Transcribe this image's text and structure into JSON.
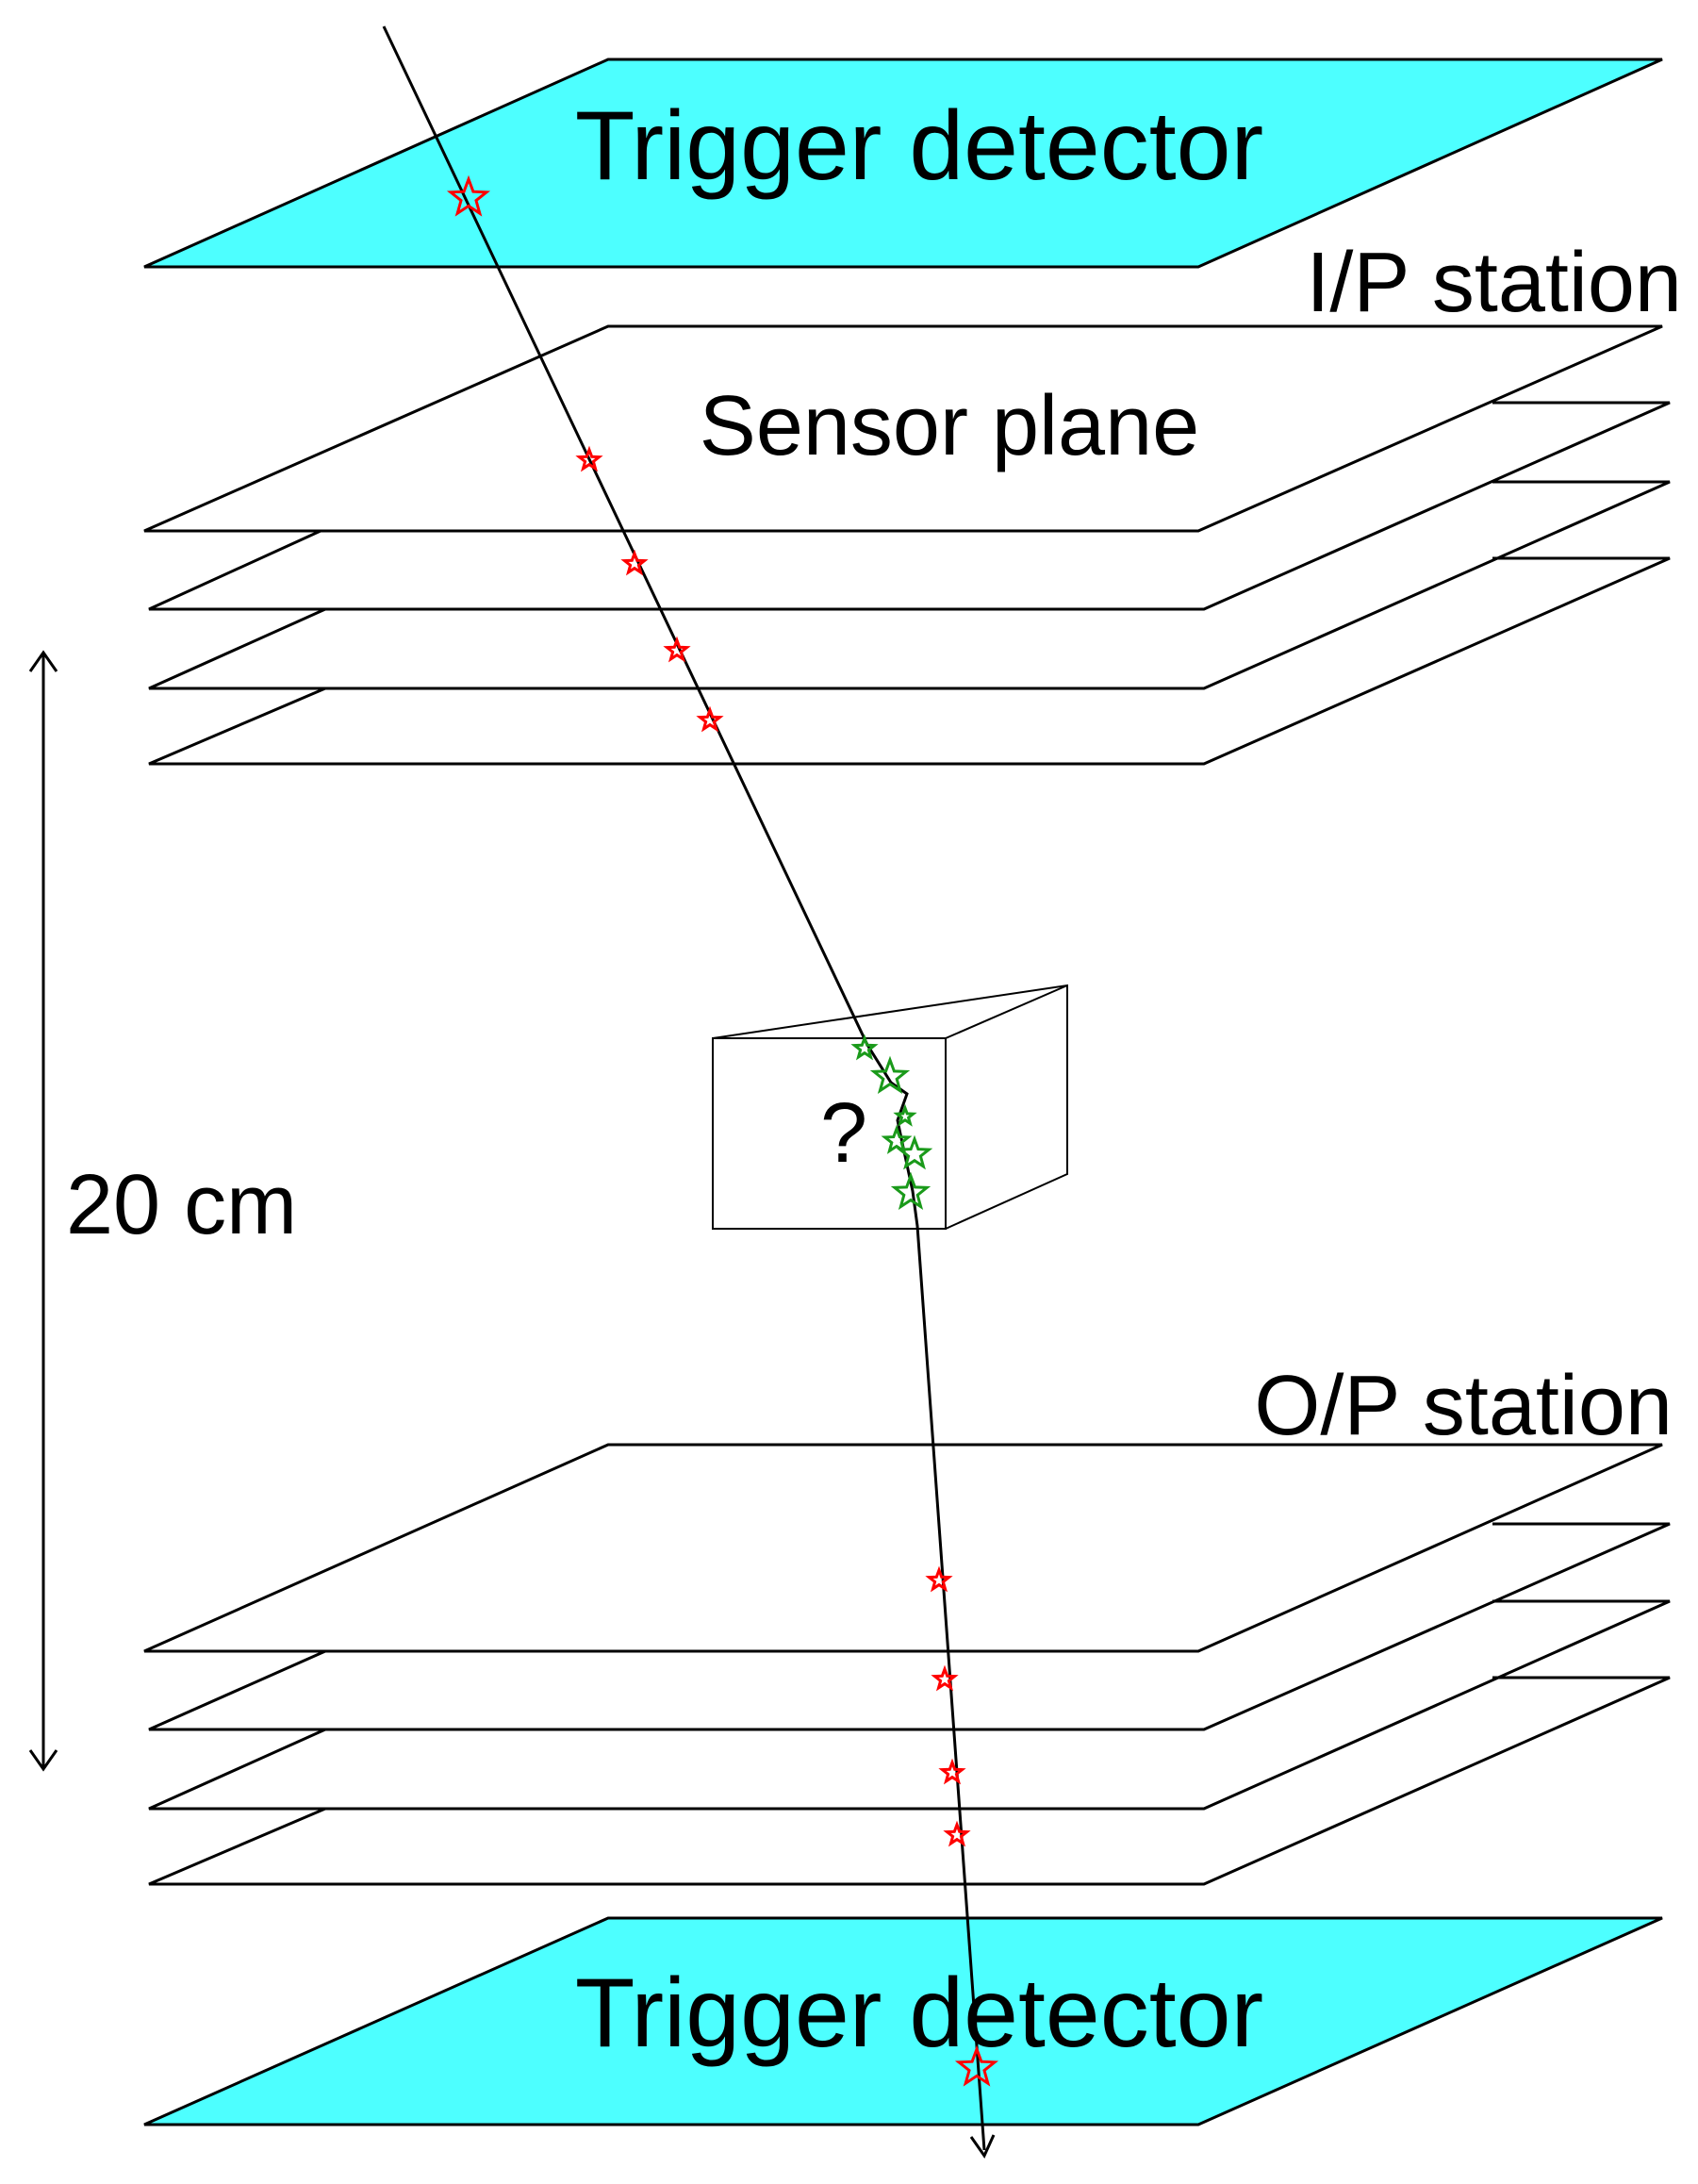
{
  "labels": {
    "trigger_top": "Trigger detector",
    "ip_station": "I/P station",
    "sensor_plane": "Sensor plane",
    "scale": "20 cm",
    "unknown": "?",
    "op_station": "O/P station",
    "trigger_bottom": "Trigger detector"
  },
  "colors": {
    "trigger_fill": "#4dffff",
    "hit_star": "#ff0000",
    "scatter_star": "#1a9a1a",
    "line": "#000000"
  },
  "icons": {
    "hit_marker": "red-star-icon",
    "scatter_marker": "green-star-icon"
  }
}
